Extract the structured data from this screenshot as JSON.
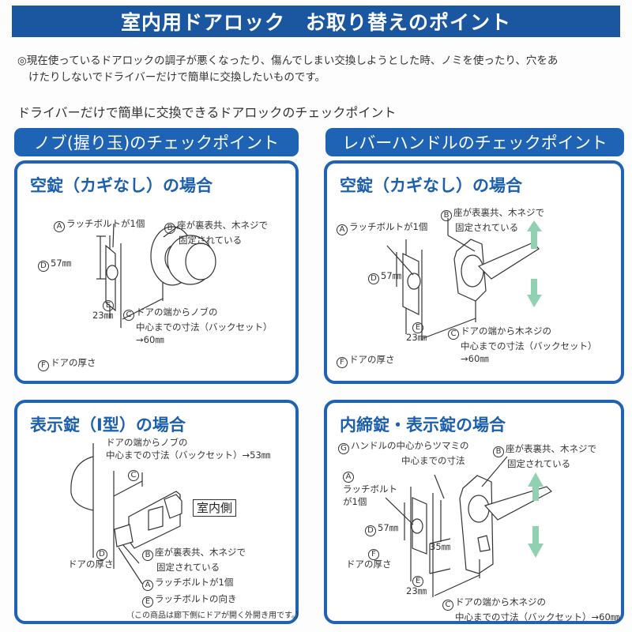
{
  "header": {
    "title": "室内用ドアロック　お取り替えのポイント"
  },
  "intro": {
    "line1": "◎現在使っているドアロックの調子が悪くなったり、傷んでしまい交換しようとした時、ノミを使ったり、穴をあ",
    "line2": "けたりしないでドライバーだけで簡単に交換したいものです。"
  },
  "subheading": "ドライバーだけで簡単に交換できるドアロックのチェックポイント",
  "columns": {
    "left": {
      "label": "ノブ(握り玉)のチェックポイント"
    },
    "right": {
      "label": "レバーハンドルのチェックポイント"
    }
  },
  "colors": {
    "header_blue": "#1b57a0",
    "panel_blue": "#1f64b4",
    "arrow_green": "#8fd1b0"
  },
  "panels": {
    "knob_no_key": {
      "title": "空錠（カギなし）の場合",
      "a": {
        "mark": "A",
        "text": "ラッチボルトが1個"
      },
      "b": {
        "mark": "B",
        "line1": "座が裏表共、木ネジで",
        "line2": "固定されている"
      },
      "c": {
        "mark": "C",
        "line1": "ドアの端からノブの",
        "line2": "中心までの寸法（バックセット）",
        "line3": "→60㎜"
      },
      "d": {
        "mark": "D",
        "text": "57㎜"
      },
      "e": {
        "mark": "E",
        "text": "23㎜"
      },
      "f": {
        "mark": "F",
        "text": "ドアの厚さ"
      }
    },
    "lever_no_key": {
      "title": "空錠（カギなし）の場合",
      "a": {
        "mark": "A",
        "text": "ラッチボルトが1個"
      },
      "b": {
        "mark": "B",
        "line1": "座が表裏共、木ネジで",
        "line2": "固定されている"
      },
      "c": {
        "mark": "C",
        "line1": "ドアの端から木ネジの",
        "line2": "中心までの寸法（バックセット）",
        "line3": "→60㎜"
      },
      "d": {
        "mark": "D",
        "text": "57㎜"
      },
      "e": {
        "mark": "E",
        "text": "23㎜"
      },
      "f": {
        "mark": "F",
        "text": "ドアの厚さ"
      }
    },
    "knob_indicator": {
      "title": "表示錠（I型）の場合",
      "c": {
        "mark": "C",
        "line1": "ドアの端からノブの",
        "line2": "中心までの寸法（バックセット）→53㎜"
      },
      "indoor": "室内側",
      "d": {
        "mark": "D",
        "text": "ドアの厚さ"
      },
      "b": {
        "mark": "B",
        "line1": "座が裏表共、木ネジで",
        "line2": "固定されている"
      },
      "a": {
        "mark": "A",
        "text": "ラッチボルトが1個"
      },
      "e": {
        "mark": "E",
        "text": "ラッチボルトの向き"
      },
      "note": "（この商品は廊下側にドアが開く外開き用です。）"
    },
    "lever_privacy": {
      "title": "内締錠・表示錠の場合",
      "g": {
        "mark": "G",
        "line1": "ハンドルの中心からツマミの",
        "line2": "中心までの寸法"
      },
      "b": {
        "mark": "B",
        "line1": "座が表裏共、木ネジで",
        "line2": "固定されている"
      },
      "a": {
        "mark": "A",
        "line1": "ラッチボルト",
        "line2": "が1個"
      },
      "d": {
        "mark": "D",
        "text": "57㎜"
      },
      "f": {
        "mark": "F",
        "text": "ドアの厚さ"
      },
      "dim35": "35㎜",
      "e": {
        "mark": "E",
        "text": "23㎜"
      },
      "c": {
        "mark": "C",
        "line1": "ドアの端から木ネジの",
        "line2": "中心までの寸法（バックセット）→60㎜"
      }
    }
  }
}
